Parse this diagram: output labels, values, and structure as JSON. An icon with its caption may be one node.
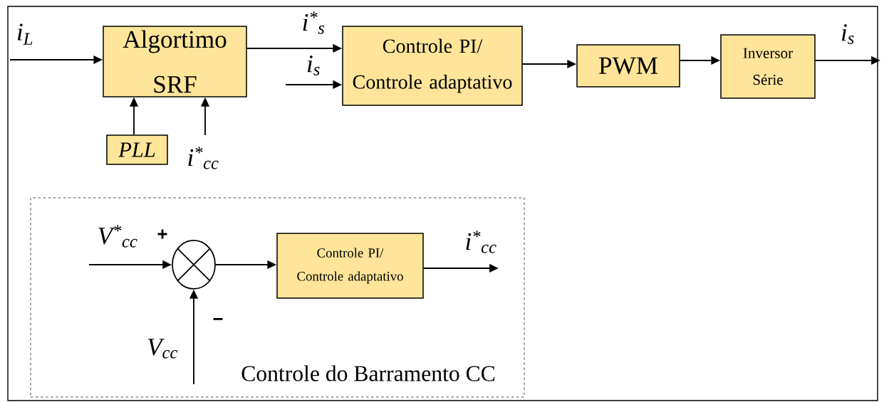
{
  "diagram": {
    "nodes": [
      {
        "text": [
          "Algortimo SRF"
        ]
      },
      {
        "text": [
          "Controle PI/ Controle adaptativo"
        ]
      },
      {
        "text": [
          "PWM"
        ]
      },
      {
        "text": [
          "Inversor Série"
        ]
      },
      {
        "text": [
          "PLL"
        ]
      },
      {
        "text": [
          "Controle do Barramento CC"
        ]
      },
      {
        "text": [],
        "shape": "circle",
        "in": 5
      },
      {
        "text": [
          "Controle PI/ Controle adaptativo"
        ],
        "in": 5
      }
    ],
    "edges": [
      {
        "from": null,
        "to": 0,
        "arrow": "to",
        "label": "i$_{L}$"
      },
      {
        "from": 0,
        "to": 1,
        "arrow": "to",
        "label": "i$^{*}$$_{s}$"
      },
      {
        "from": null,
        "to": 1,
        "arrow": "to",
        "label": "i$_{s}$"
      },
      {
        "from": 1,
        "to": 2,
        "arrow": "to"
      },
      {
        "from": 2,
        "to": 3,
        "arrow": "to"
      },
      {
        "from": 3,
        "to": null,
        "arrow": "to",
        "label": "i$_{s}$"
      },
      {
        "from": 4,
        "to": 0,
        "arrow": "to"
      },
      {
        "from": null,
        "to": 0,
        "arrow": "to",
        "label": "i$^{*}$$_{cc}$"
      },
      {
        "from": null,
        "to": 6,
        "arrow": "to",
        "label": "V$^{*}$$_{cc}$"
      },
      {
        "from": null,
        "to": 6,
        "arrow": "to",
        "label": "V$_{cc}$"
      },
      {
        "from": 6,
        "to": 7,
        "arrow": "to"
      },
      {
        "from": 7,
        "to": null,
        "arrow": "to",
        "label": "i$^{*}$$_{cc}$"
      }
    ],
    "labels": [
      "+",
      "−"
    ]
  }
}
